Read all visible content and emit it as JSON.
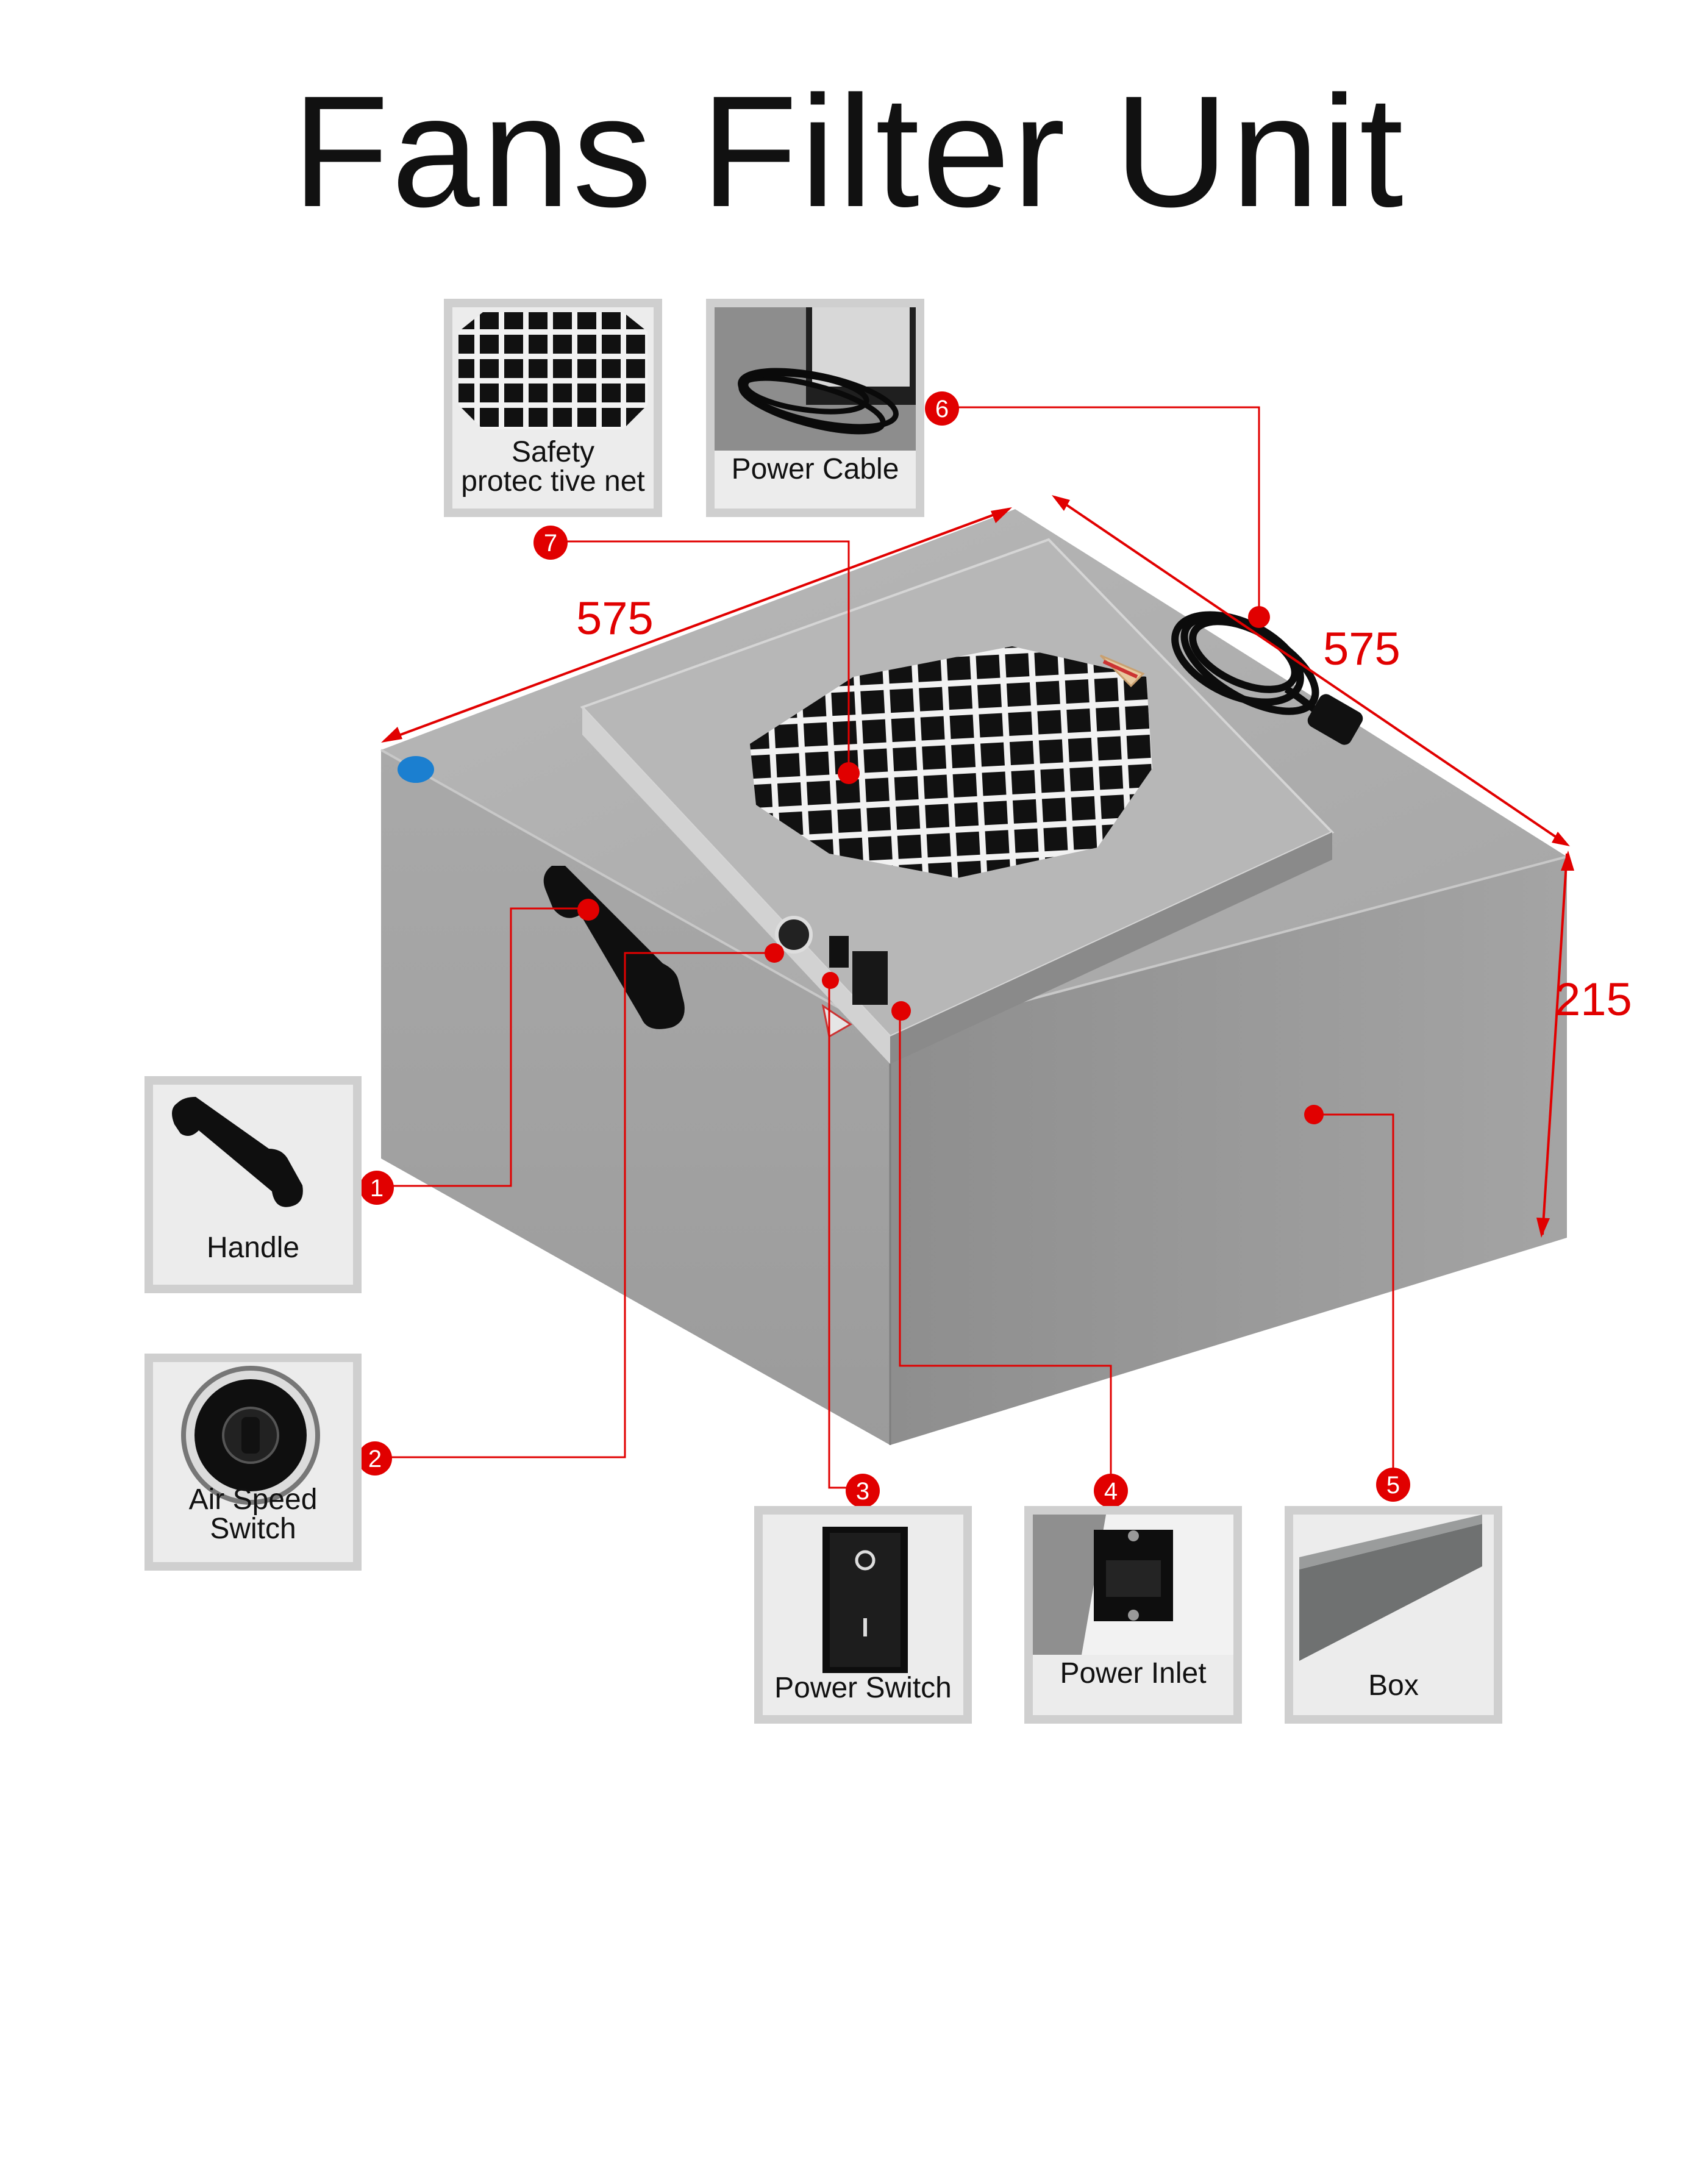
{
  "title": "Fans Filter Unit",
  "dimensions": {
    "width_left": "575",
    "width_right": "575",
    "height": "215"
  },
  "parts": [
    {
      "num": "1",
      "label": "Handle"
    },
    {
      "num": "2",
      "label": "Air Speed Switch"
    },
    {
      "num": "3",
      "label": "Power Switch"
    },
    {
      "num": "4",
      "label": "Power Inlet"
    },
    {
      "num": "5",
      "label": "Box"
    },
    {
      "num": "6",
      "label": "Power Cable"
    },
    {
      "num": "7",
      "label_line1": "Safety",
      "label_line2": "protec tive net"
    }
  ],
  "colors": {
    "callout": "#e10000",
    "panel_border": "#cfcfcf",
    "box_gray": "#9a9a9a"
  }
}
